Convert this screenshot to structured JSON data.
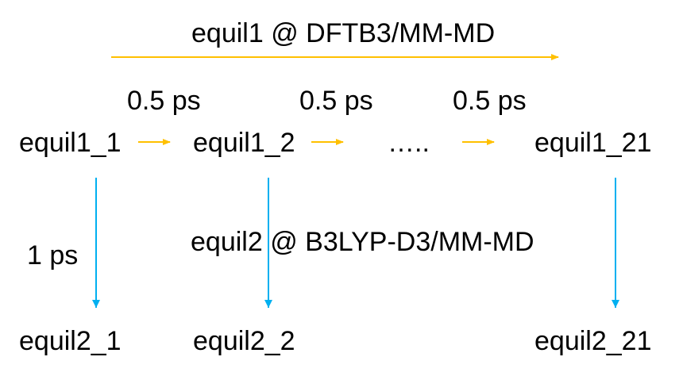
{
  "diagram": {
    "title_top": "equil1 @ DFTB3/MM-MD",
    "title_mid": "equil2 @ B3LYP-D3/MM-MD",
    "step_labels": [
      "0.5 ps",
      "0.5 ps",
      "0.5 ps"
    ],
    "vertical_label": "1 ps",
    "row1_nodes": [
      "equil1_1",
      "equil1_2",
      "…..",
      "equil1_21"
    ],
    "row2_nodes": [
      "equil2_1",
      "equil2_2",
      "equil2_21"
    ]
  },
  "colors": {
    "orange_arrow": "#FFC000",
    "blue_arrow": "#00B0F0",
    "text": "#000000",
    "background": "#FFFFFF"
  }
}
